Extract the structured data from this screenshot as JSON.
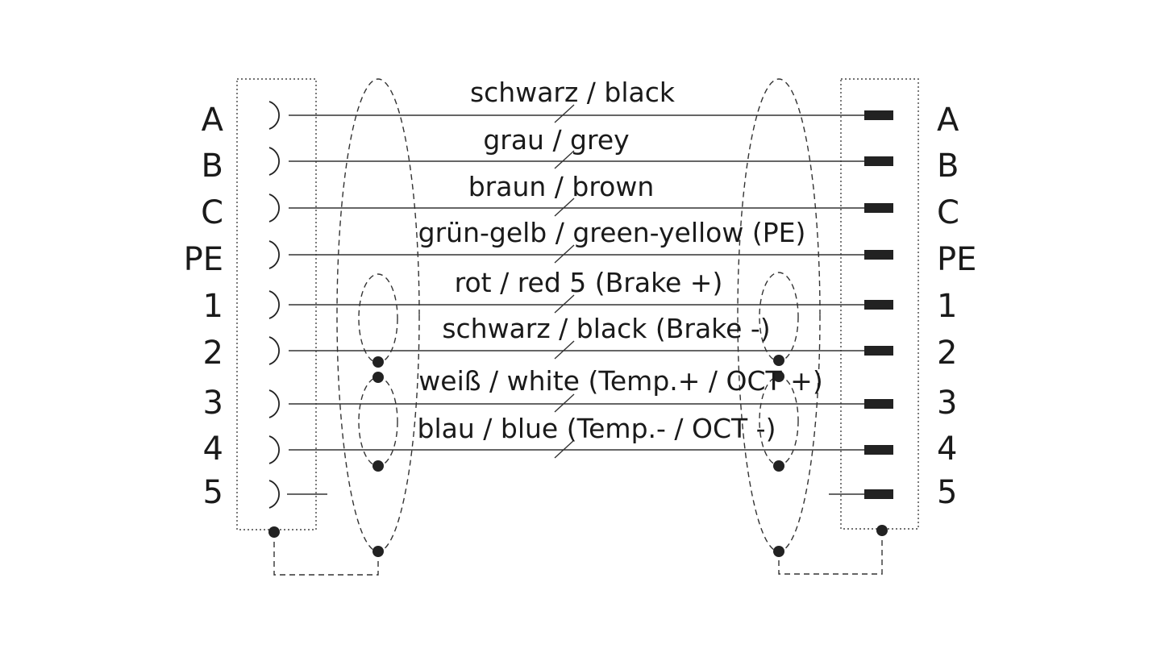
{
  "left_pins": [
    "A",
    "B",
    "C",
    "PE",
    "1",
    "2",
    "3",
    "4",
    "5"
  ],
  "right_pins": [
    "A",
    "B",
    "C",
    "PE",
    "1",
    "2",
    "3",
    "4",
    "5"
  ],
  "wires": [
    {
      "label": "schwarz  / black"
    },
    {
      "label": "grau / grey"
    },
    {
      "label": "braun / brown"
    },
    {
      "label": "grün-gelb / green-yellow (PE)"
    },
    {
      "label": "rot / red 5 (Brake +)"
    },
    {
      "label": "schwarz / black (Brake -)"
    },
    {
      "label": "weiß / white (Temp.+ / OCT +)"
    },
    {
      "label": "blau / blue (Temp.- / OCT -)"
    }
  ],
  "colors": {
    "line": "#333333",
    "text": "#1a1a1a",
    "background": "#ffffff"
  }
}
